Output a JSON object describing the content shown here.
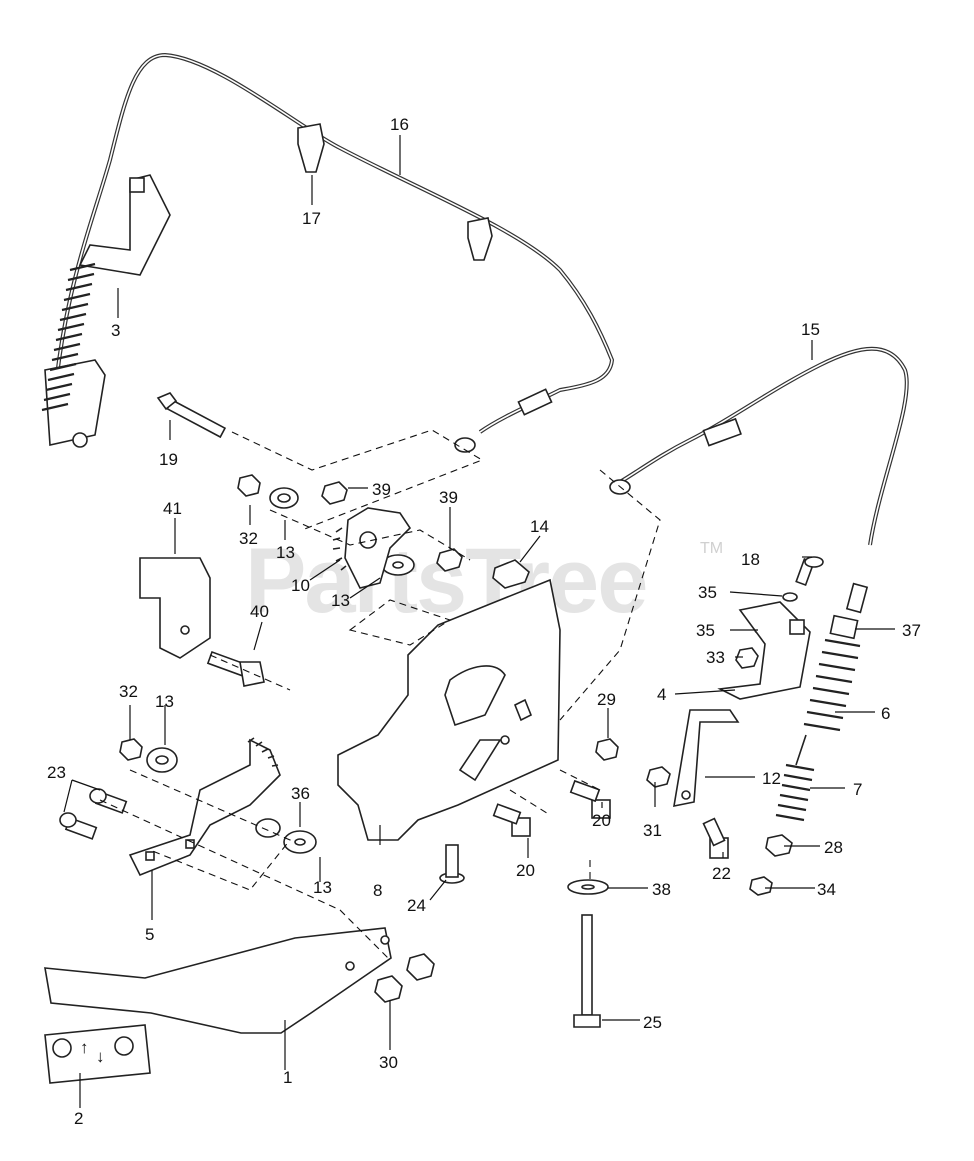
{
  "watermark": {
    "text": "PartsTree",
    "trademark": "TM"
  },
  "decal_symbols": {
    "up_arrow": "↑",
    "down_arrow": "↓"
  },
  "callouts": [
    {
      "id": "c1",
      "label": "1"
    },
    {
      "id": "c2",
      "label": "2"
    },
    {
      "id": "c3",
      "label": "3"
    },
    {
      "id": "c4",
      "label": "4"
    },
    {
      "id": "c5",
      "label": "5"
    },
    {
      "id": "c6",
      "label": "6"
    },
    {
      "id": "c7",
      "label": "7"
    },
    {
      "id": "c8",
      "label": "8"
    },
    {
      "id": "c10",
      "label": "10"
    },
    {
      "id": "c12",
      "label": "12"
    },
    {
      "id": "c13a",
      "label": "13"
    },
    {
      "id": "c13b",
      "label": "13"
    },
    {
      "id": "c13c",
      "label": "13"
    },
    {
      "id": "c13d",
      "label": "13"
    },
    {
      "id": "c14",
      "label": "14"
    },
    {
      "id": "c15",
      "label": "15"
    },
    {
      "id": "c16",
      "label": "16"
    },
    {
      "id": "c17",
      "label": "17"
    },
    {
      "id": "c18",
      "label": "18"
    },
    {
      "id": "c19",
      "label": "19"
    },
    {
      "id": "c20a",
      "label": "20"
    },
    {
      "id": "c20b",
      "label": "20"
    },
    {
      "id": "c22",
      "label": "22"
    },
    {
      "id": "c23",
      "label": "23"
    },
    {
      "id": "c24",
      "label": "24"
    },
    {
      "id": "c25",
      "label": "25"
    },
    {
      "id": "c28",
      "label": "28"
    },
    {
      "id": "c29",
      "label": "29"
    },
    {
      "id": "c30",
      "label": "30"
    },
    {
      "id": "c31",
      "label": "31"
    },
    {
      "id": "c32a",
      "label": "32"
    },
    {
      "id": "c32b",
      "label": "32"
    },
    {
      "id": "c33",
      "label": "33"
    },
    {
      "id": "c34",
      "label": "34"
    },
    {
      "id": "c35a",
      "label": "35"
    },
    {
      "id": "c35b",
      "label": "35"
    },
    {
      "id": "c36",
      "label": "36"
    },
    {
      "id": "c37",
      "label": "37"
    },
    {
      "id": "c38",
      "label": "38"
    },
    {
      "id": "c39a",
      "label": "39"
    },
    {
      "id": "c39b",
      "label": "39"
    },
    {
      "id": "c40",
      "label": "40"
    },
    {
      "id": "c41",
      "label": "41"
    }
  ]
}
